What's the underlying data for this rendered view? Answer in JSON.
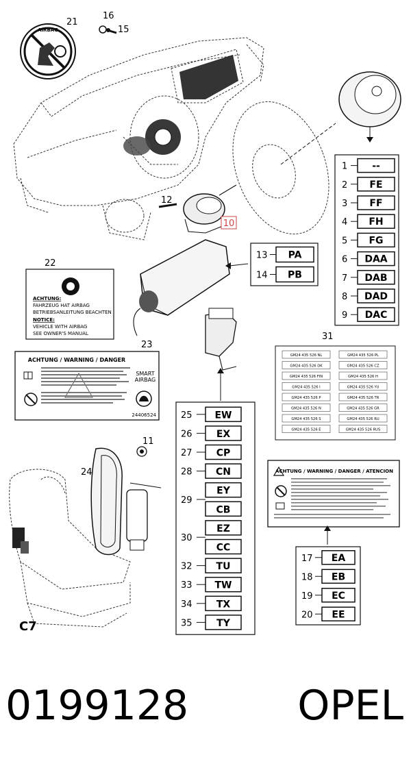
{
  "diagram": {
    "part_numbers": {
      "airbag_sticker": "21",
      "screw_small": "16",
      "screw_large": "15",
      "clock_spring": "10",
      "bolt": "12",
      "label_airbag": "22",
      "label_warning": "23",
      "seat_airbag": "24",
      "nut": "11",
      "code_sheet": "31",
      "corner_code": "C7"
    },
    "steering_table": {
      "rows": [
        {
          "n": "1",
          "code": "--"
        },
        {
          "n": "2",
          "code": "FE"
        },
        {
          "n": "3",
          "code": "FF"
        },
        {
          "n": "4",
          "code": "FH"
        },
        {
          "n": "5",
          "code": "FG"
        },
        {
          "n": "6",
          "code": "DAA"
        },
        {
          "n": "7",
          "code": "DAB"
        },
        {
          "n": "8",
          "code": "DAD"
        },
        {
          "n": "9",
          "code": "DAC"
        }
      ]
    },
    "passenger_table": {
      "rows": [
        {
          "n": "13",
          "code": "PA"
        },
        {
          "n": "14",
          "code": "PB"
        }
      ]
    },
    "sensor_table": {
      "rows": [
        {
          "n": "25",
          "codes": [
            "EW"
          ]
        },
        {
          "n": "26",
          "codes": [
            "EX"
          ]
        },
        {
          "n": "27",
          "codes": [
            "CP"
          ]
        },
        {
          "n": "28",
          "codes": [
            "CN"
          ]
        },
        {
          "n": "29",
          "codes": [
            "EY",
            "CB"
          ]
        },
        {
          "n": "30",
          "codes": [
            "EZ",
            "CC"
          ]
        },
        {
          "n": "32",
          "codes": [
            "TU"
          ]
        },
        {
          "n": "33",
          "codes": [
            "TW"
          ]
        },
        {
          "n": "34",
          "codes": [
            "TX"
          ]
        },
        {
          "n": "35",
          "codes": [
            "TY"
          ]
        }
      ]
    },
    "warning_table": {
      "rows": [
        {
          "n": "17",
          "code": "EA"
        },
        {
          "n": "18",
          "code": "EB"
        },
        {
          "n": "19",
          "code": "EC"
        },
        {
          "n": "20",
          "code": "EE"
        }
      ]
    },
    "label_22": {
      "line1": "ACHTUNG:",
      "line2": "FAHRZEUG HAT AIRBAG",
      "line3": "BETRIEBSANLEITUNG BEACHTEN",
      "line4": "NOTICE:",
      "line5": "VEHICLE WITH AIRBAG",
      "line6": "SEE OWNER'S MANUAL"
    },
    "label_23": {
      "title": "ACHTUNG / WARNING / DANGER",
      "side1": "SMART",
      "side2": "AIRBAG",
      "number": "24406524"
    },
    "label_warning_small": {
      "title": "ACHTUNG / WARNING / DANGER / ATENCION"
    },
    "code_sheet_31": {
      "left": [
        "GM24 435 526 NL",
        "GM24 435 526 DK",
        "GM24 435 526 FIN",
        "GM24 435 526 I",
        "GM24 435 526 P",
        "GM24 435 526 N",
        "GM24 435 526 S",
        "GM24 435 526 E"
      ],
      "right": [
        "GM24 435 526 PL",
        "GM24 435 526 CZ",
        "GM24 435 526 H",
        "GM24 435 526 YU",
        "GM24 435 526 TR",
        "GM24 435 526 GR",
        "GM24 435 526 RU",
        "GM24 435 526 RUS"
      ]
    },
    "airbag_badge": "AIRBAG"
  },
  "footer": {
    "part_number": "0199128",
    "brand": "OPEL"
  }
}
